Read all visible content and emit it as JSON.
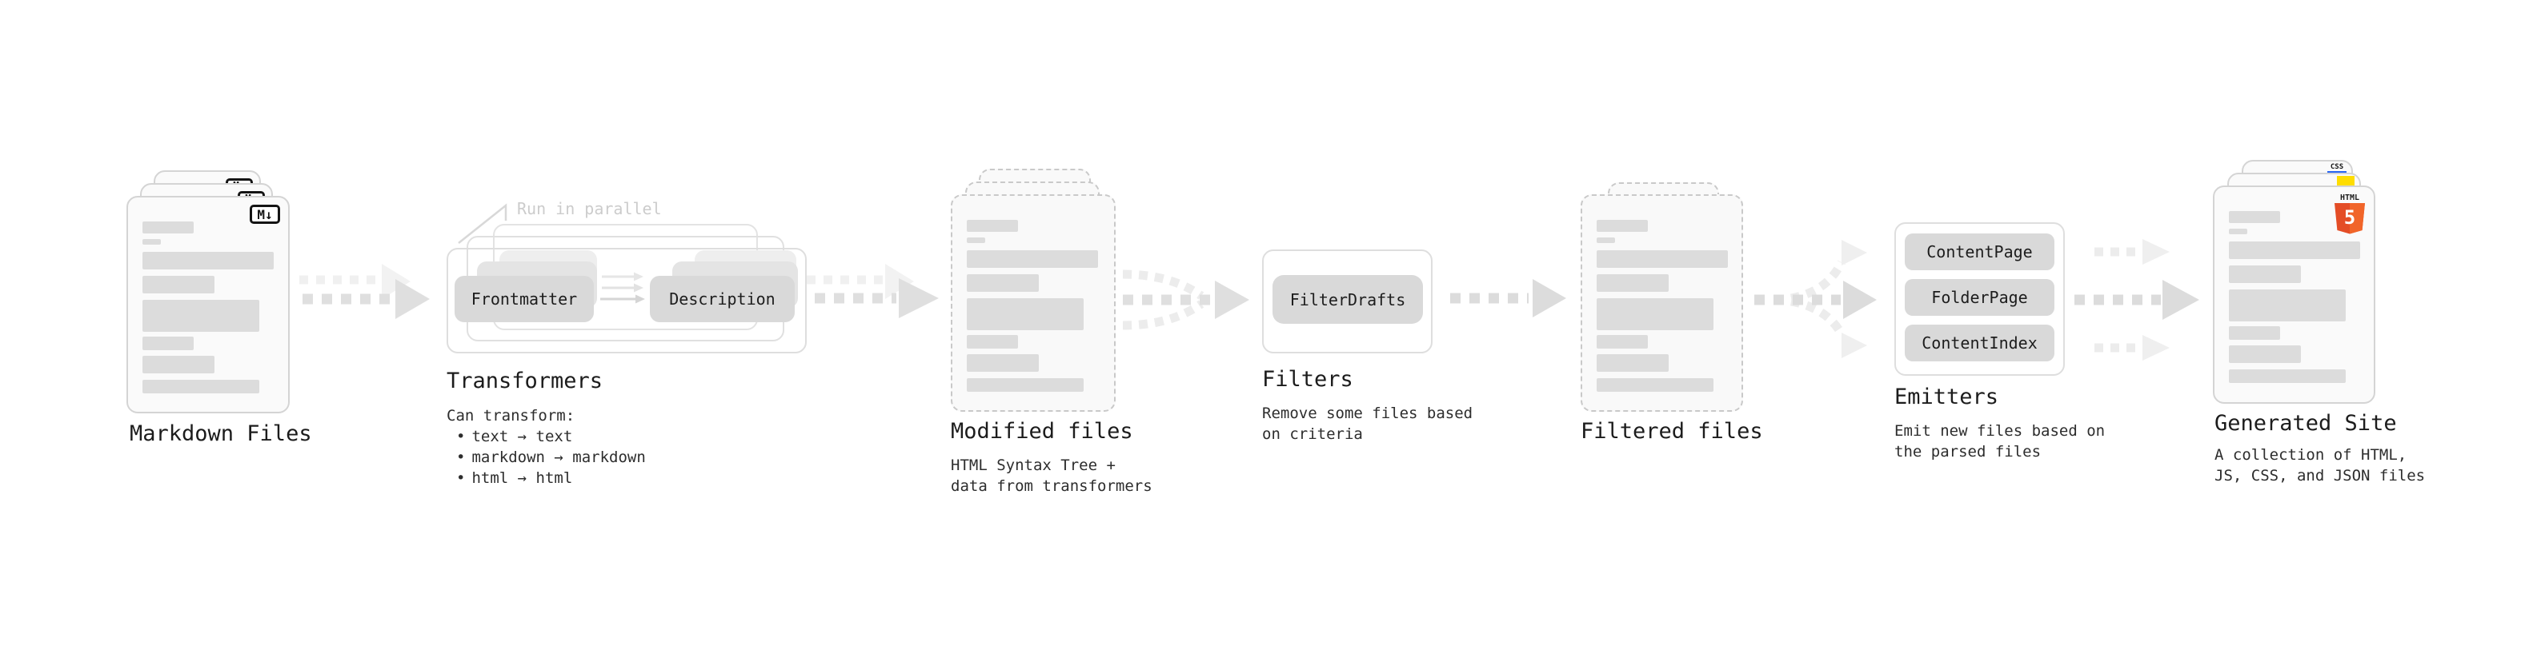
{
  "stages": {
    "markdown_files": {
      "label": "Markdown Files",
      "badge": "M↓"
    },
    "transformers": {
      "label": "Transformers",
      "note": "Run in parallel",
      "input_pill": "Frontmatter",
      "output_pill": "Description",
      "caption": "Can transform:",
      "bullet": "•",
      "bullets": [
        "text → text",
        "markdown → markdown",
        "html → html"
      ]
    },
    "modified_files": {
      "label": "Modified files",
      "caption_line1": "HTML Syntax Tree +",
      "caption_line2": "data from transformers"
    },
    "filters": {
      "label": "Filters",
      "pill": "FilterDrafts",
      "caption_line1": "Remove some files based",
      "caption_line2": "on criteria"
    },
    "filtered_files": {
      "label": "Filtered files"
    },
    "emitters": {
      "label": "Emitters",
      "pills": [
        "ContentPage",
        "FolderPage",
        "ContentIndex"
      ],
      "caption_line1": "Emit new files based on",
      "caption_line2": "the parsed files"
    },
    "generated_site": {
      "label": "Generated Site",
      "caption_line1": "A collection of HTML,",
      "caption_line2": "JS, CSS, and JSON files",
      "badges": {
        "css_label": "CSS",
        "html_label": "HTML",
        "html_number": "5"
      }
    }
  },
  "colors": {
    "html5_orange": "#e44d26",
    "html5_orange_light": "#f16529",
    "js_yellow": "#ffdd00",
    "css_blue": "#2965f1"
  }
}
